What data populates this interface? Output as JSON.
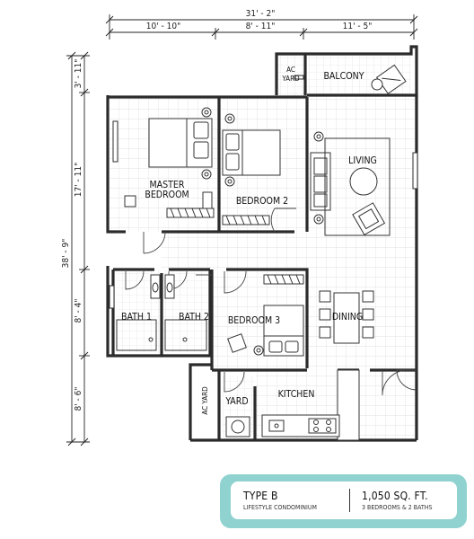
{
  "dimensions": {
    "top_total": "31' - 2\"",
    "top_seg1": "10' - 10\"",
    "top_seg2": "8' - 11\"",
    "top_seg3": "11' - 5\"",
    "left_total": "38' - 9\"",
    "left_seg1": "3' - 11\"",
    "left_seg2": "17' - 11\"",
    "left_seg3": "8' - 4\"",
    "left_seg4": "8' - 6\""
  },
  "rooms": {
    "ac_yard_top_line1": "AC",
    "ac_yard_top_line2": "YARD",
    "balcony": "BALCONY",
    "living": "LIVING",
    "master_line1": "MASTER",
    "master_line2": "BEDROOM",
    "bedroom2": "BEDROOM 2",
    "bath1": "BATH 1",
    "bath2": "BATH 2",
    "bedroom3": "BEDROOM 3",
    "dining": "DINING",
    "ac_yard_side": "AC YARD",
    "yard": "YARD",
    "kitchen": "KITCHEN"
  },
  "info": {
    "type": "TYPE B",
    "subtitle": "LIFESTYLE CONDOMINIUM",
    "area": "1,050 SQ. FT.",
    "rooms": "3 BEDROOMS & 2 BATHS"
  },
  "colors": {
    "card_accent": "#8fd2d0"
  }
}
